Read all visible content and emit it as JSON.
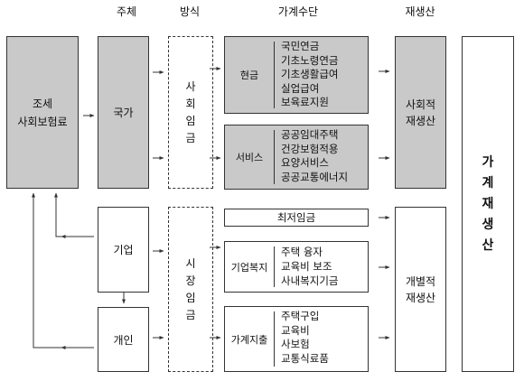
{
  "headers": {
    "subject": "주체",
    "method": "방식",
    "means": "가계수단",
    "reproduction": "재생산"
  },
  "tax_box": {
    "line1": "조세",
    "line2": "사회보험료"
  },
  "subjects": {
    "state": "국가",
    "company": "기업",
    "individual": "개인"
  },
  "methods": {
    "social_wage": [
      "사",
      "회",
      "임",
      "금"
    ],
    "market_wage": [
      "시",
      "장",
      "임",
      "금"
    ]
  },
  "means": {
    "cash": {
      "label": "현금",
      "items": [
        "국민연금",
        "기초노령연금",
        "기초생활급여",
        "실업급여",
        "보육료지원"
      ]
    },
    "service": {
      "label": "서비스",
      "items": [
        "공공임대주택",
        "건강보험적용",
        "요양서비스",
        "공공교통에너지"
      ]
    },
    "min_wage": {
      "label": "최저임금"
    },
    "corp_welfare": {
      "label": "기업복지",
      "items": [
        "주택 융자",
        "교육비 보조",
        "사내복지기금"
      ]
    },
    "household": {
      "label": "가계지출",
      "items": [
        "주택구입",
        "교육비",
        "사보험",
        "교통식료품"
      ]
    }
  },
  "reproduction": {
    "social": {
      "line1": "사회적",
      "line2": "재생산"
    },
    "individual": {
      "line1": "개별적",
      "line2": "재생산"
    }
  },
  "household_reproduction": [
    "가",
    "계",
    "재",
    "생",
    "산"
  ],
  "colors": {
    "gray_fill": "#c9c9c9",
    "border": "#333333"
  }
}
